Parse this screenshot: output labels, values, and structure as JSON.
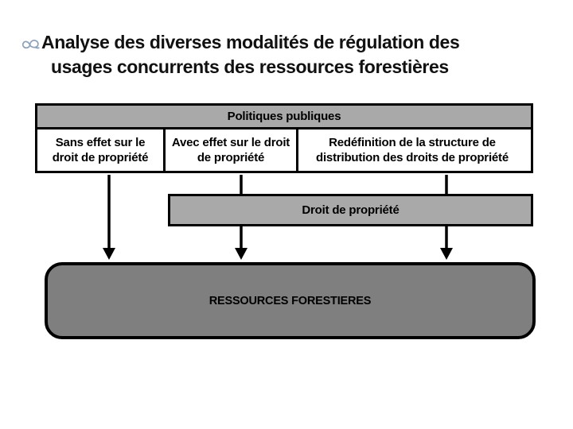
{
  "slide_title": {
    "line1": "Analyse des diverses modalités de régulation des",
    "line2": "usages concurrents des ressources forestières",
    "bullet_icon": "flourish-bullet"
  },
  "diagram": {
    "policy_table": {
      "header": "Politiques publiques",
      "columns": [
        {
          "label": "Sans effet sur le droit de propriété"
        },
        {
          "label": "Avec effet sur le droit de propriété"
        },
        {
          "label": "Redéfinition de la structure de distribution des droits de propriété"
        }
      ]
    },
    "property_right_box": {
      "label": "Droit de propriété"
    },
    "resources_box": {
      "label": "RESSOURCES FORESTIERES"
    },
    "arrow_count": 3
  },
  "theme": {
    "background": "#ffffff",
    "header_gray": "#a9a9a9",
    "mid_box_gray": "#a9a9a9",
    "resources_gray": "#7f7f7f",
    "border_black": "#000000",
    "bullet_blue": "#8ca1ba"
  }
}
